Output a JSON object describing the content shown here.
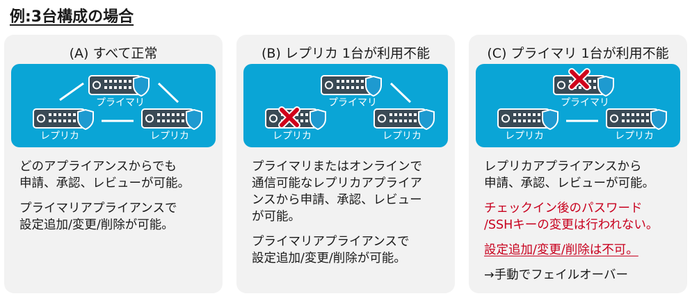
{
  "title": "例:3台構成の場合",
  "panels": {
    "a": {
      "heading": "(A) すべて正常",
      "labels": {
        "primary": "プライマリ",
        "replica_left": "レプリカ",
        "replica_right": "レプリカ"
      },
      "paragraphs": [
        [
          "どのアプライアンスからでも",
          "申請、承認、レビューが可能。"
        ],
        [
          "プライマリアプライアンスで",
          "設定追加/変更/削除が可能。"
        ]
      ]
    },
    "b": {
      "heading": "(B) レプリカ 1台が利用不能",
      "labels": {
        "primary": "プライマリ",
        "replica_left": "レプリカ",
        "replica_right": "レプリカ"
      },
      "paragraphs": [
        [
          "プライマリまたはオンラインで",
          "通信可能なレプリカアプライア",
          "ンスから申請、承認、レビュー",
          "が可能。"
        ],
        [
          "プライマリアプライアンスで",
          "設定追加/変更/削除が可能。"
        ]
      ]
    },
    "c": {
      "heading": "(C) プライマリ 1台が利用不能",
      "labels": {
        "primary": "プライマリ",
        "replica_left": "レプリカ",
        "replica_right": "レプリカ"
      },
      "paragraphs": [
        [
          "レプリカアプライアンスから",
          "申請、承認、レビューが可能。"
        ],
        [
          "チェックイン後のパスワード",
          "/SSHキーの変更は行われない。"
        ],
        [
          "設定追加/変更/削除は不可。"
        ],
        [
          "→手動でフェイルオーバー"
        ]
      ]
    }
  },
  "colors": {
    "network_bg": "#0aa5d6",
    "appliance_body": "#3a4a55",
    "shield": "#1e9ad0",
    "fail_x": "#d0021b",
    "warning_text": "#c8001e"
  },
  "icons": [
    "appliance-icon",
    "shield-icon",
    "fail-x-icon"
  ]
}
